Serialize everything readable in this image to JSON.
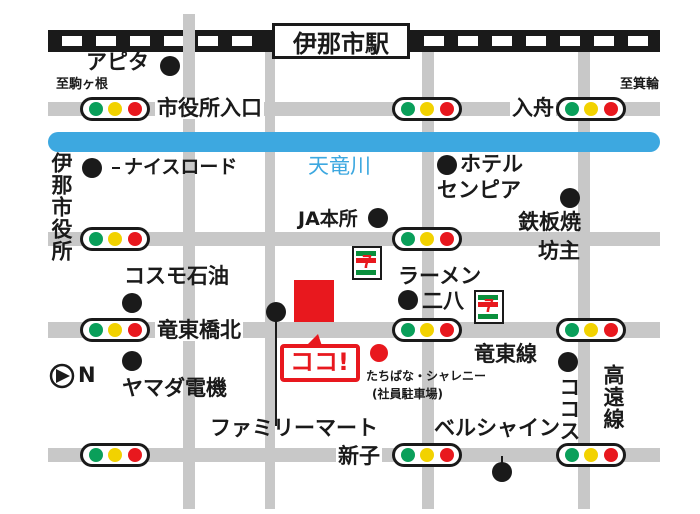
{
  "title": "伊那市駅",
  "river": "天竜川",
  "koko": "ココ!",
  "north": "N",
  "labels": {
    "apita": "アピタ",
    "komagane": "至駒ヶ根",
    "minowa": "至箕輪",
    "shiyakusho_iriguchi": "市役所入口",
    "irifune": "入舟",
    "nice_road": "ナイスロード",
    "hotel": "ホテル",
    "senpia": "センピア",
    "teppanyaki": "鉄板焼",
    "bozu": "坊主",
    "ja": "JA本所",
    "ina_city_hall": "伊那市役所",
    "cosmo": "コスモ石油",
    "ramen": "ラーメン",
    "niharu": "二八",
    "ryuto_kita": "竜東橋北",
    "ryuto_line": "竜東線",
    "tachibana": "たちばな・シャレニー",
    "parking": "(社員駐車場)",
    "yamada": "ヤマダ電機",
    "cocos": "ココス",
    "koen_line": "高遠線",
    "family_mart": "ファミリーマート",
    "bell_shine": "ベルシャイン",
    "shinko": "新子"
  },
  "colors": {
    "river": "#3da8e0",
    "road": "#c8c8c8",
    "marker": "#e8181e",
    "ink": "#1a1a1a",
    "signal_green": "#0a9f5a",
    "signal_yellow": "#f2d200",
    "signal_red": "#e8181e"
  },
  "icons": [
    "traffic-light-icon",
    "seven-eleven-icon",
    "north-arrow-icon",
    "landmark-dot-icon"
  ]
}
